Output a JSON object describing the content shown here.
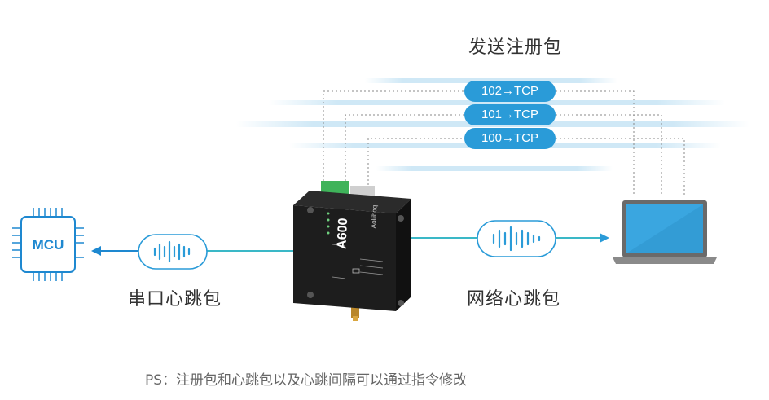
{
  "header": {
    "title": "发送注册包"
  },
  "packets": [
    {
      "label": "102→TCP"
    },
    {
      "label": "101→TCP"
    },
    {
      "label": "100→TCP"
    }
  ],
  "mcu": {
    "label": "MCU"
  },
  "device": {
    "model": "A600",
    "brand": "Aolliboq"
  },
  "left_link": {
    "label": "串口心跳包"
  },
  "right_link": {
    "label": "网络心跳包"
  },
  "footer": {
    "note": "PS：注册包和心跳包以及心跳间隔可以通过指令修改"
  },
  "colors": {
    "accent": "#2a9bd8",
    "link_line": "#3ab8c7",
    "arrow_left": "#1e88d0",
    "device_body": "#1d1d1d",
    "laptop_screen": "#3aa6e0"
  }
}
